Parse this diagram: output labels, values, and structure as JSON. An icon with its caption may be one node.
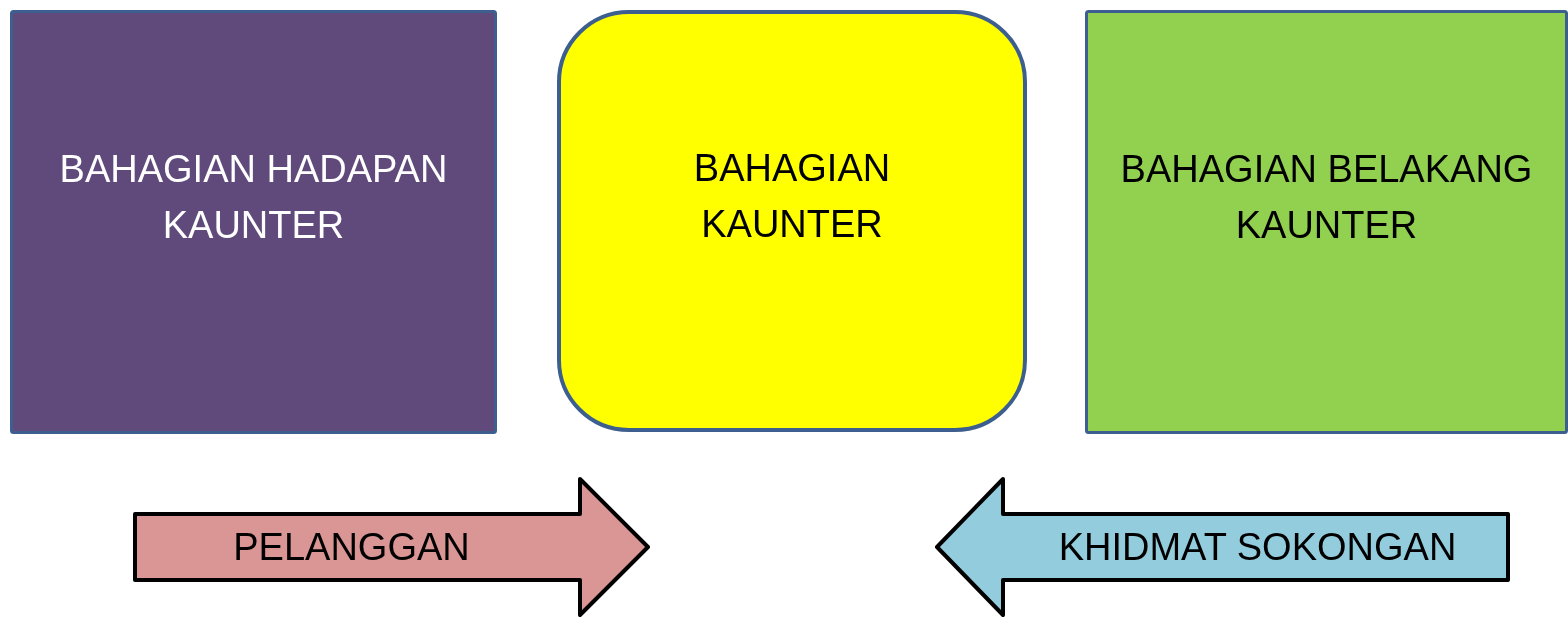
{
  "diagram": {
    "nodes": [
      {
        "text": [
          "BAHAGIAN HADAPAN KAUNTER"
        ]
      },
      {
        "text": [
          "BAHAGIAN KAUNTER"
        ]
      },
      {
        "text": [
          "BAHAGIAN BELAKANG KAUNTER"
        ]
      },
      {
        "text": [
          "PELANGGAN"
        ]
      },
      {
        "text": [
          "KHIDMAT SOKONGAN"
        ]
      }
    ]
  }
}
